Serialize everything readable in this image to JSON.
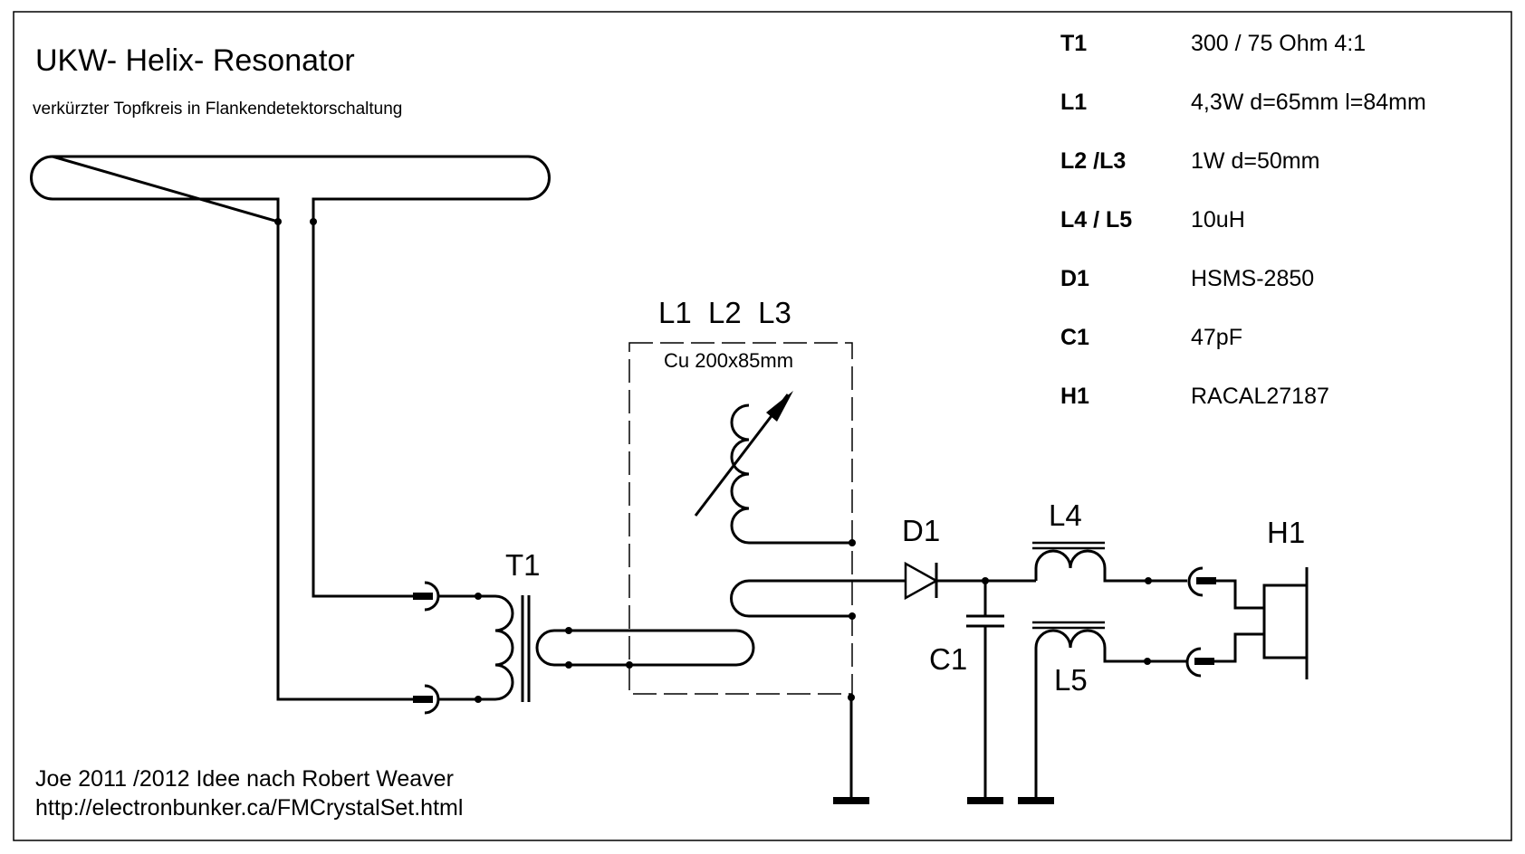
{
  "title": "UKW- Helix- Resonator",
  "subtitle": "verkürzter Topfkreis  in Flankendetektorschaltung",
  "footer": {
    "line1": "Joe 2011 /2012 Idee nach Robert Weaver",
    "line2": "http://electronbunker.ca/FMCrystalSet.html"
  },
  "parts_list": [
    {
      "ref": "T1",
      "value": "300 / 75 Ohm   4:1"
    },
    {
      "ref": "L1",
      "value": "4,3W d=65mm l=84mm"
    },
    {
      "ref": "L2 /L3",
      "value": "1W    d=50mm"
    },
    {
      "ref": "L4 / L5",
      "value": "10uH"
    },
    {
      "ref": "D1",
      "value": "HSMS-2850"
    },
    {
      "ref": "C1",
      "value": "47pF"
    },
    {
      "ref": "H1",
      "value": "RACAL27187"
    }
  ],
  "schematic_labels": {
    "t1": "T1",
    "resonator": "L1  L2  L3",
    "resonator_box": "Cu 200x85mm",
    "d1": "D1",
    "c1": "C1",
    "l4": "L4",
    "l5": "L5",
    "h1": "H1"
  },
  "colors": {
    "ink": "#000000",
    "paper": "#ffffff"
  }
}
